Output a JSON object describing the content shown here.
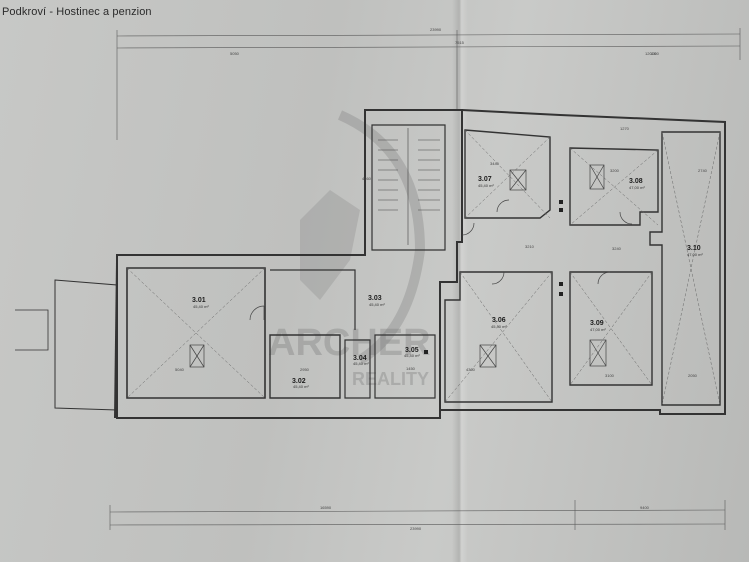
{
  "title": "Podkroví - Hostinec a penzion",
  "watermark": {
    "line1": "ARCHER",
    "line2": "REALITY"
  },
  "overall_dims": {
    "top": "23990",
    "bottom": "23990",
    "left_top": "5050",
    "mid_top": "7515",
    "right_top": "12010",
    "left_bottom": "16590",
    "right_bottom": "9400"
  },
  "rooms": [
    {
      "id": "r301",
      "code": "3.01",
      "area": "45,40 m²"
    },
    {
      "id": "r302",
      "code": "3.02",
      "area": "45,40 m²"
    },
    {
      "id": "r303",
      "code": "3.03",
      "area": "45,40 m²"
    },
    {
      "id": "r304",
      "code": "3.04",
      "area": "45,40 m²"
    },
    {
      "id": "r305",
      "code": "3.05",
      "area": "45,40 m²"
    },
    {
      "id": "r306",
      "code": "3.06",
      "area": "45,40 m²"
    },
    {
      "id": "r307",
      "code": "3.07",
      "area": "45,40 m²"
    },
    {
      "id": "r308",
      "code": "3.08",
      "area": "47,00 m²"
    },
    {
      "id": "r309",
      "code": "3.09",
      "area": "47,00 m²"
    },
    {
      "id": "r310",
      "code": "3.10",
      "area": "47,00 m²"
    }
  ],
  "dims": {
    "d1": "3440",
    "d2": "3200",
    "d3": "2740",
    "d4": "3210",
    "d5": "3240",
    "d6": "5040",
    "d7": "2950",
    "d8": "4300",
    "d9": "3100",
    "d10": "2050",
    "d11": "1450",
    "d12": "4560",
    "d13": "1270",
    "d14": "1200"
  }
}
